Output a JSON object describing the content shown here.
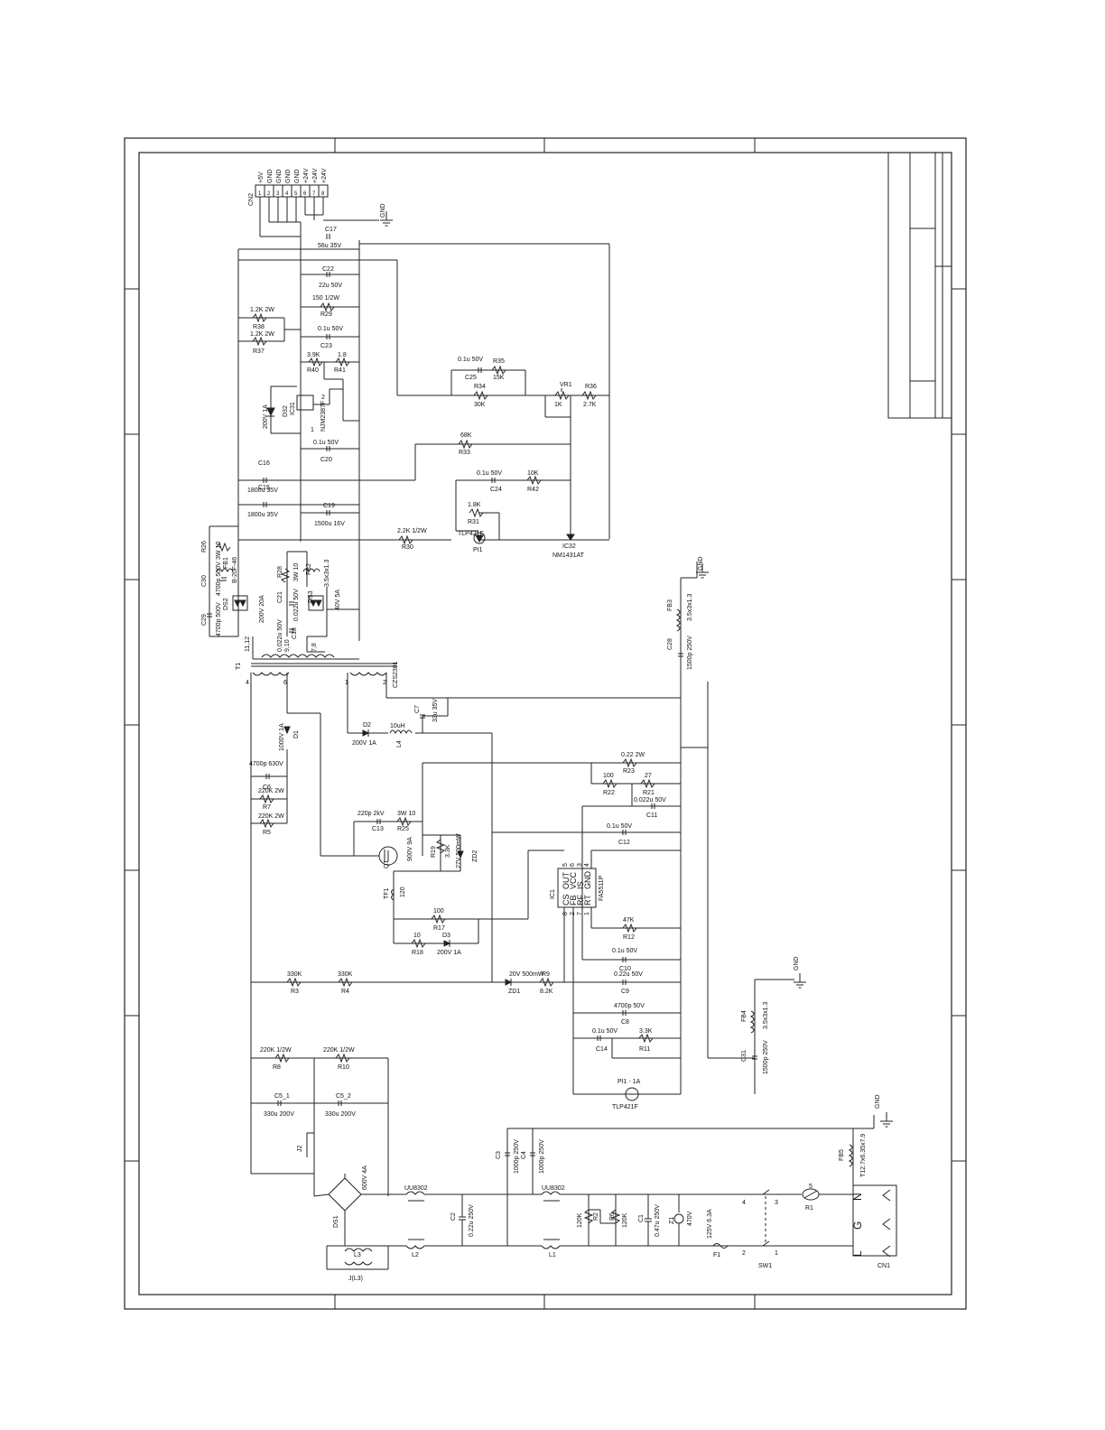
{
  "connector_cn2": {
    "name": "CN2",
    "pins": [
      "+5V",
      "GND",
      "GND",
      "GND",
      "GND",
      "+24V",
      "+24V",
      "+24V"
    ],
    "pin_numbers": [
      "1",
      "2",
      "3",
      "4",
      "5",
      "6",
      "7",
      "8"
    ]
  },
  "ground_labels": [
    "GND",
    "GND",
    "GND",
    "GND"
  ],
  "transformer": {
    "name": "T1",
    "part": "CZS2301",
    "pins": [
      "4",
      "6",
      "1",
      "2",
      "11,12",
      "9,10",
      "7,8"
    ]
  },
  "ic1": {
    "name": "IC1",
    "part": "FA5511P",
    "pins_left": [
      "CS",
      "FB",
      "RF",
      "RT"
    ],
    "pins_right": [
      "OUT",
      "VCC",
      "IS",
      "GND"
    ],
    "pin_numbers_top": [
      "5",
      "6",
      "3",
      "4"
    ],
    "pin_numbers_bottom": [
      "8",
      "2",
      "7",
      "1"
    ]
  },
  "ic32": {
    "name": "IC32",
    "part": "NM1431AT"
  },
  "ic31": {
    "name": "IC31",
    "part": "NJM2387F",
    "pins": [
      "1",
      "2"
    ]
  },
  "photocouplers": [
    {
      "name": "PI1",
      "part": "TLP421F"
    },
    {
      "name": "PI1 - 1A",
      "part": "TLP421F"
    }
  ],
  "secondary_components": [
    {
      "ref": "C17",
      "value": "56u 35V"
    },
    {
      "ref": "C22",
      "value": "22u 50V"
    },
    {
      "ref": "R29",
      "value": "150 1/2W"
    },
    {
      "ref": "C23",
      "value": "0.1u 50V"
    },
    {
      "ref": "R38",
      "value": "1.2K 2W"
    },
    {
      "ref": "R37",
      "value": "1.2K 2W"
    },
    {
      "ref": "R40",
      "value": "3.9K"
    },
    {
      "ref": "R41",
      "value": "1.8"
    },
    {
      "ref": "D32",
      "value": "200V 1A"
    },
    {
      "ref": "C20",
      "value": "0.1u 50V"
    },
    {
      "ref": "C16",
      "value": "1800u 35V"
    },
    {
      "ref": "C15",
      "value": "1800u 35V"
    },
    {
      "ref": "C19",
      "value": "1500u 16V"
    },
    {
      "ref": "R35",
      "value": "15K"
    },
    {
      "ref": "C25",
      "value": "0.1u 50V"
    },
    {
      "ref": "R34",
      "value": "30K"
    },
    {
      "ref": "VR1",
      "value": "1K"
    },
    {
      "ref": "R36",
      "value": "2.7K"
    },
    {
      "ref": "R33",
      "value": "68K"
    },
    {
      "ref": "C24",
      "value": "0.1u 50V"
    },
    {
      "ref": "R42",
      "value": "10K"
    },
    {
      "ref": "R31",
      "value": "1.8K"
    },
    {
      "ref": "R30",
      "value": "2.2K 1/2W"
    },
    {
      "ref": "R26",
      "value": "3W 10"
    },
    {
      "ref": "C30",
      "value": "4700p 500V"
    },
    {
      "ref": "C29",
      "value": "4700p 500V"
    },
    {
      "ref": "FB1",
      "value": "B-20F-46"
    },
    {
      "ref": "DS2",
      "value": "200V 20A"
    },
    {
      "ref": "R28",
      "value": "3W 10"
    },
    {
      "ref": "C21",
      "value": "0.022u 50V"
    },
    {
      "ref": "FB2",
      "value": "3.5x3x1.3"
    },
    {
      "ref": "DS3",
      "value": "40V 5A"
    },
    {
      "ref": "C18",
      "value": "0.022u 50V"
    }
  ],
  "primary_components": [
    {
      "ref": "FB3",
      "value": "3.5x3x1.3"
    },
    {
      "ref": "C28",
      "value": "1500p 250V"
    },
    {
      "ref": "C7",
      "value": "33u 35V"
    },
    {
      "ref": "L4",
      "value": "10uH"
    },
    {
      "ref": "D2",
      "value": "200V 1A"
    },
    {
      "ref": "D1",
      "value": "1000V 1A"
    },
    {
      "ref": "C6",
      "value": "4700p 630V"
    },
    {
      "ref": "R7",
      "value": "220K 2W"
    },
    {
      "ref": "R5",
      "value": "220K 2W"
    },
    {
      "ref": "R23",
      "value": "0.22 2W"
    },
    {
      "ref": "R22",
      "value": "100"
    },
    {
      "ref": "R21",
      "value": "27"
    },
    {
      "ref": "C11",
      "value": "0.022u 50V"
    },
    {
      "ref": "C13",
      "value": "220p 2kV"
    },
    {
      "ref": "R25",
      "value": "3W 10"
    },
    {
      "ref": "C12",
      "value": "0.1u 50V"
    },
    {
      "ref": "Q1",
      "value": "900V 9A"
    },
    {
      "ref": "R19",
      "value": "3.3K"
    },
    {
      "ref": "ZD2",
      "value": "27V 500mW"
    },
    {
      "ref": "TF1",
      "value": "120"
    },
    {
      "ref": "R17",
      "value": "100"
    },
    {
      "ref": "R18",
      "value": "10"
    },
    {
      "ref": "D3",
      "value": "200V 1A"
    },
    {
      "ref": "R12",
      "value": "47K"
    },
    {
      "ref": "C10",
      "value": "0.1u 50V"
    },
    {
      "ref": "R3",
      "value": "330K"
    },
    {
      "ref": "R4",
      "value": "330K"
    },
    {
      "ref": "ZD1",
      "value": "20V 500mW"
    },
    {
      "ref": "R9",
      "value": "8.2K"
    },
    {
      "ref": "C9",
      "value": "0.22u 50V"
    },
    {
      "ref": "C8",
      "value": "4700p 50V"
    },
    {
      "ref": "C14",
      "value": "0.1u 50V"
    },
    {
      "ref": "R11",
      "value": "3.3K"
    },
    {
      "ref": "FB4",
      "value": "3.5x3x1.3"
    },
    {
      "ref": "C31",
      "value": "1500p 250V"
    },
    {
      "ref": "R8",
      "value": "220K 1/2W"
    },
    {
      "ref": "R10",
      "value": "220K 1/2W"
    },
    {
      "ref": "C5_1",
      "value": "330u 200V"
    },
    {
      "ref": "C5_2",
      "value": "330u 200V"
    },
    {
      "ref": "J2",
      "value": ""
    }
  ],
  "input_components": [
    {
      "ref": "DS1",
      "value": "600V 4A"
    },
    {
      "ref": "L3",
      "value": ""
    },
    {
      "ref": "L2",
      "value": "UU8302"
    },
    {
      "ref": "C2",
      "value": "0.22u 250V"
    },
    {
      "ref": "C3",
      "value": "1000p 250V"
    },
    {
      "ref": "C4",
      "value": "1000p 250V"
    },
    {
      "ref": "L1",
      "value": "UU8302"
    },
    {
      "ref": "R2",
      "value": "120K"
    },
    {
      "ref": "R6",
      "value": "120K"
    },
    {
      "ref": "C1",
      "value": "0.47u 250V"
    },
    {
      "ref": "Z1",
      "value": "470V"
    },
    {
      "ref": "F1",
      "value": "125V 6.3A"
    },
    {
      "ref": "SW1",
      "value": ""
    },
    {
      "ref": "R1",
      "value": ""
    },
    {
      "ref": "FB5",
      "value": "T12.7x6.35x7.9"
    },
    {
      "ref": "CN1",
      "value": ""
    }
  ],
  "misc_labels": {
    "j_l3": "J(L3)",
    "sw_pins": [
      "4",
      "3",
      "2",
      "1"
    ],
    "r1_pin": "5",
    "cn1_pins": [
      "N",
      "G",
      "L"
    ]
  }
}
